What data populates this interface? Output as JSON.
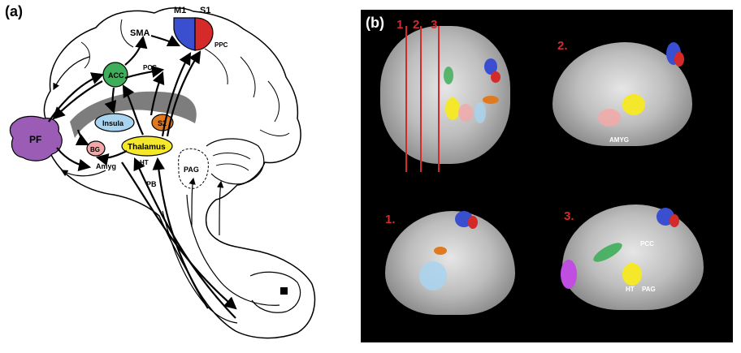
{
  "panel_a": {
    "label": "(a)",
    "nodes": {
      "m1": "M1",
      "s1": "S1",
      "sma": "SMA",
      "ppc": "PPC",
      "acc": "ACC",
      "pcc": "PCC",
      "insula": "Insula",
      "s2": "S2",
      "pf": "PF",
      "bg": "BG",
      "thalamus": "Thalamus",
      "amyg": "Amyg",
      "ht": "HT",
      "pag": "PAG",
      "pb": "PB"
    }
  },
  "panel_b": {
    "label": "(b)",
    "coronal_lines": [
      "1",
      "2",
      "3"
    ],
    "view_labels": [
      "1.",
      "2.",
      "3."
    ],
    "region_labels": {
      "amyg": "AMYG",
      "pcc": "PCC",
      "ht": "HT",
      "pag": "PAG"
    }
  },
  "colors": {
    "m1": "#3a4fd0",
    "s1": "#d42a2a",
    "acc": "#3fae5a",
    "insula": "#a9d4f0",
    "s2": "#e07a20",
    "thalamus": "#f5e82a",
    "bg": "#f2a8a8",
    "pf": "#9a5cb4",
    "ctx_band": "#7d7d7d",
    "line_red": "#d42a2a"
  }
}
